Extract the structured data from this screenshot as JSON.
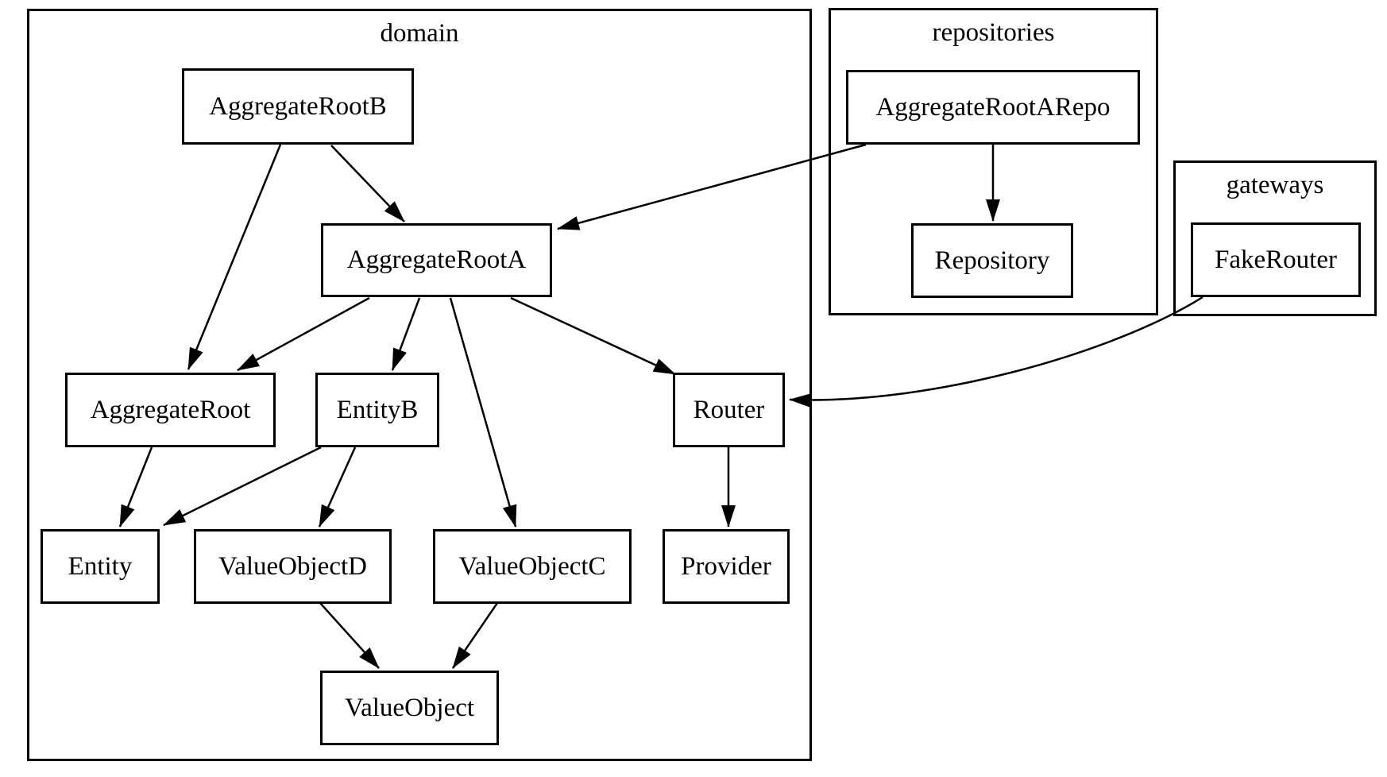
{
  "colors": {
    "background": "#ffffff",
    "stroke": "#000000",
    "text": "#000000"
  },
  "diagram": {
    "type": "directed-graph",
    "clusters": [
      {
        "id": "domain",
        "label": "domain"
      },
      {
        "id": "repositories",
        "label": "repositories"
      },
      {
        "id": "gateways",
        "label": "gateways"
      }
    ],
    "nodes": [
      {
        "id": "AggregateRootB",
        "label": "AggregateRootB",
        "cluster": "domain"
      },
      {
        "id": "AggregateRootA",
        "label": "AggregateRootA",
        "cluster": "domain"
      },
      {
        "id": "AggregateRoot",
        "label": "AggregateRoot",
        "cluster": "domain"
      },
      {
        "id": "EntityB",
        "label": "EntityB",
        "cluster": "domain"
      },
      {
        "id": "Router",
        "label": "Router",
        "cluster": "domain"
      },
      {
        "id": "Entity",
        "label": "Entity",
        "cluster": "domain"
      },
      {
        "id": "ValueObjectD",
        "label": "ValueObjectD",
        "cluster": "domain"
      },
      {
        "id": "ValueObjectC",
        "label": "ValueObjectC",
        "cluster": "domain"
      },
      {
        "id": "Provider",
        "label": "Provider",
        "cluster": "domain"
      },
      {
        "id": "ValueObject",
        "label": "ValueObject",
        "cluster": "domain"
      },
      {
        "id": "AggregateRootARepo",
        "label": "AggregateRootARepo",
        "cluster": "repositories"
      },
      {
        "id": "Repository",
        "label": "Repository",
        "cluster": "repositories"
      },
      {
        "id": "FakeRouter",
        "label": "FakeRouter",
        "cluster": "gateways"
      }
    ],
    "edges": [
      {
        "from": "AggregateRootB",
        "to": "AggregateRoot"
      },
      {
        "from": "AggregateRootB",
        "to": "AggregateRootA"
      },
      {
        "from": "AggregateRootARepo",
        "to": "AggregateRootA"
      },
      {
        "from": "AggregateRootARepo",
        "to": "Repository"
      },
      {
        "from": "AggregateRootA",
        "to": "AggregateRoot"
      },
      {
        "from": "AggregateRootA",
        "to": "EntityB"
      },
      {
        "from": "AggregateRootA",
        "to": "ValueObjectC"
      },
      {
        "from": "AggregateRootA",
        "to": "Router"
      },
      {
        "from": "AggregateRoot",
        "to": "Entity"
      },
      {
        "from": "EntityB",
        "to": "Entity"
      },
      {
        "from": "EntityB",
        "to": "ValueObjectD"
      },
      {
        "from": "Router",
        "to": "Provider"
      },
      {
        "from": "ValueObjectD",
        "to": "ValueObject"
      },
      {
        "from": "ValueObjectC",
        "to": "ValueObject"
      },
      {
        "from": "FakeRouter",
        "to": "Router"
      }
    ]
  }
}
